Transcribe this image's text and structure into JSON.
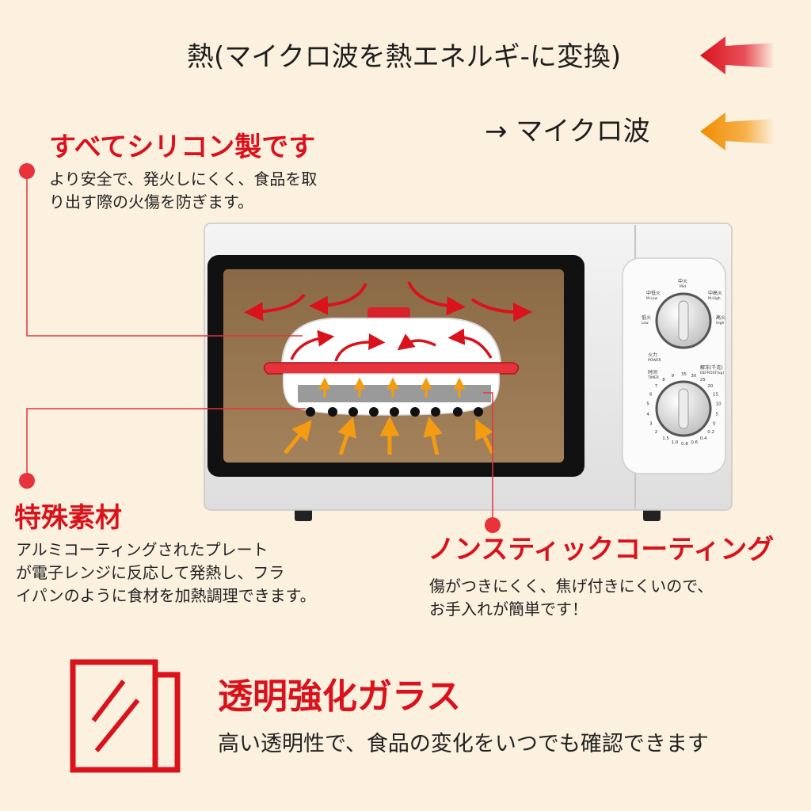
{
  "legend": {
    "heat_label": "熱(マイクロ波を熱エネルギ-に変換)",
    "microwave_label": "→ マイクロ波",
    "heat_arrow_color": "#d9121c",
    "micro_arrow_color": "#f39c12",
    "heat_arrow_icon": "red-left-arrow-icon",
    "micro_arrow_icon": "orange-left-arrow-icon"
  },
  "features": {
    "silicone": {
      "title": "すべてシリコン製です",
      "desc": "より安全で、発火しにくく、食品を取\nり出す際の火傷を防ぎます。"
    },
    "material": {
      "title": "特殊素材",
      "desc": "アルミコーティングされたプレート\nが電子レンジに反応して発熱し、フラ\nイパンのように食材を加熱調理できます。"
    },
    "nonstick": {
      "title": "ノンスティックコーティング",
      "desc": "傷がつきにくく、焦げ付きにくいので、\nお手入れが簡単です！"
    },
    "glass": {
      "title": "透明強化ガラス",
      "desc": "高い透明性で、食品の変化をいつでも確認できます",
      "icon": "glass-pane-icon"
    }
  },
  "microwave": {
    "knob_power": {
      "top": "中火",
      "top_sub": "Mid",
      "left_top": "中低火",
      "left_top_sub": "M.Low",
      "left": "低火",
      "left_sub": "Low",
      "right_top": "中高火",
      "right_top_sub": "M.High",
      "right": "高火",
      "right_sub": "High",
      "side": "火力",
      "side_sub": "POWER"
    },
    "knob_timer": {
      "side": "时间",
      "side_sub": "TIMER",
      "defrost": "解冻(千克)",
      "defrost_sub": "DEFROST(kg)",
      "marks": [
        "35",
        "30",
        "25",
        "20",
        "15",
        "10",
        "5",
        "0",
        "0.2",
        "0.4",
        "0.6",
        "0.8",
        "1.0",
        "1.5",
        "2",
        "3",
        "4",
        "5",
        "6",
        "7",
        "8",
        "9"
      ]
    },
    "accent_color": "#e8323c"
  },
  "colors": {
    "background": "#fcf1df",
    "accent_red": "#d9121c",
    "dot_red": "#e8323c",
    "orange": "#f39c12"
  }
}
